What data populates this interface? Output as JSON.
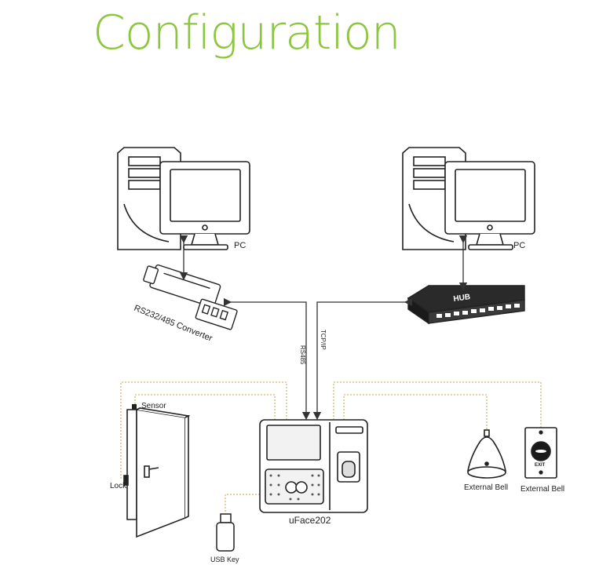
{
  "title": "Configuration",
  "pc_left_label": "PC",
  "pc_right_label": "PC",
  "converter_label": "RS232/485 Converter",
  "hub_text": "HUB",
  "rs485_label": "RS485",
  "tcpip_label": "TCP/IP",
  "sensor_label": "Sensor",
  "lock_label": "Lock",
  "device_label": "uFace202",
  "usb_label": "USB Key",
  "bell_label": "External Bell",
  "exit_label": "External Bell",
  "exit_text": "EXIT"
}
